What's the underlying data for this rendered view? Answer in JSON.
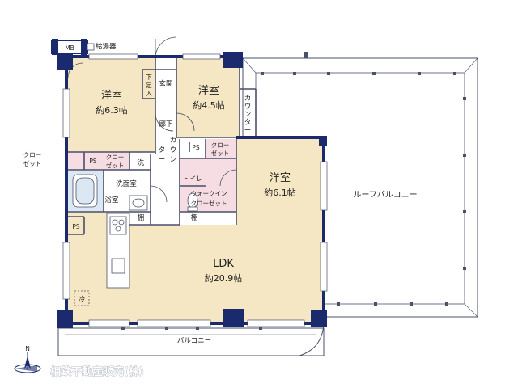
{
  "rooms": {
    "western_a": {
      "name": "洋室",
      "area": "約6.3帖"
    },
    "western_b": {
      "name": "洋室",
      "area": "約4.5帖"
    },
    "western_c": {
      "name": "洋室",
      "area": "約6.1帖"
    },
    "ldk": {
      "name": "LDK",
      "area": "約20.9帖"
    }
  },
  "labels": {
    "mb": "MB",
    "water_heater": "給湯器",
    "genkan": "玄関",
    "shoe_storage": [
      "下",
      "足",
      "入"
    ],
    "hallway": "廊下",
    "counter_hall": [
      "カ",
      "ウ",
      "ン",
      "タ",
      "ー"
    ],
    "counter_right": [
      "カ",
      "ウ",
      "ン",
      "タ",
      "ー"
    ],
    "closet_left": [
      "クロー",
      "ゼット"
    ],
    "closet_a": [
      "クロー",
      "ゼット"
    ],
    "closet_b": [
      "クロー",
      "ゼット"
    ],
    "ps_1": "PS",
    "ps_2": "PS",
    "ps_3": "PS",
    "laundry": "洗",
    "washroom": "洗面室",
    "bathroom": "浴室",
    "toilet": "トイレ",
    "walk_in_closet": [
      "ウォークイン",
      "クローゼット"
    ],
    "shelf_1": "棚",
    "shelf_2": "棚",
    "fridge": "冷",
    "roof_balcony": "ルーフバルコニー",
    "balcony": "バルコニー",
    "compass_n": "N",
    "company": "相鉄不動産販売(株)"
  },
  "colors": {
    "floor": "#f6e7c4",
    "closet_pink": "#f5dde3",
    "bath_blue": "#dbe8f4",
    "wall": "#1a2a6c",
    "line": "#4a4f6a"
  }
}
